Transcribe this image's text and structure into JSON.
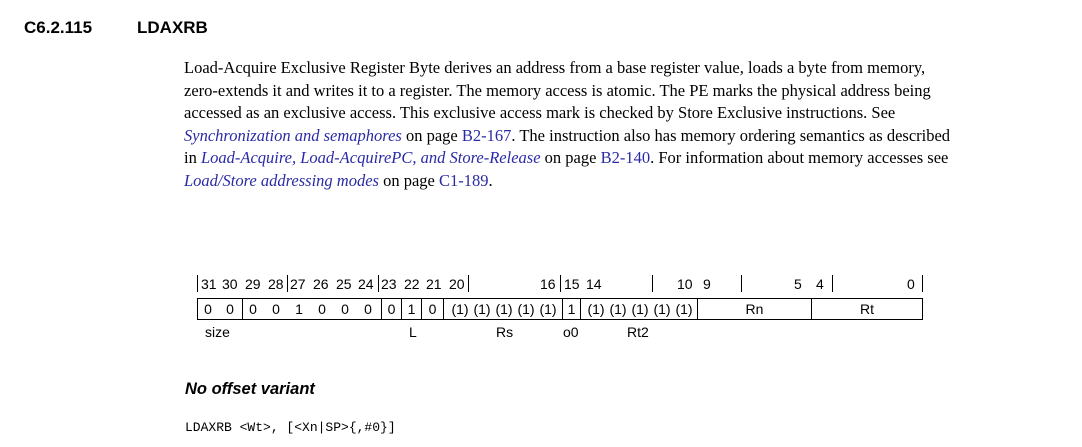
{
  "section": {
    "number": "C6.2.115",
    "title": "LDAXRB"
  },
  "description": {
    "l1": "Load-Acquire Exclusive Register Byte derives an address from a base register value, loads a byte from memory,",
    "l2": "zero-extends it and writes it to a register. The memory access is atomic. The PE marks the physical address being",
    "l3": "accessed as an exclusive access. This exclusive access mark is checked by Store Exclusive instructions. See",
    "link1": "Synchronization and semaphores",
    "page_prefix1": " on page ",
    "page1": "B2-167",
    "t4": ". The instruction also has memory ordering semantics as described",
    "in_word": "in ",
    "link2": "Load-Acquire, Load-AcquirePC, and Store-Release",
    "page_prefix2": " on page ",
    "page2": "B2-140",
    "t5": ". For information about memory accesses see",
    "link3": "Load/Store addressing modes",
    "page_prefix3": " on page ",
    "page3": "C1-189",
    "t6": "."
  },
  "encoding": {
    "bit_numbers": [
      "31",
      "30",
      "29",
      "28",
      "27",
      "26",
      "25",
      "24",
      "23",
      "22",
      "21",
      "20",
      "16",
      "15",
      "14",
      "10",
      "9",
      "5",
      "4",
      "0"
    ],
    "bits": [
      "0",
      "0",
      "0",
      "0",
      "1",
      "0",
      "0",
      "0",
      "0",
      "1",
      "0",
      "(1)",
      "(1)",
      "(1)",
      "(1)",
      "(1)",
      "1",
      "(1)",
      "(1)",
      "(1)",
      "(1)",
      "(1)",
      "Rn",
      "Rt"
    ],
    "field_labels": {
      "size": "size",
      "L": "L",
      "Rs": "Rs",
      "o0": "o0",
      "Rt2": "Rt2"
    }
  },
  "variant": {
    "title": "No offset variant",
    "syntax": "LDAXRB <Wt>, [<Xn|SP>{,#0}]"
  }
}
